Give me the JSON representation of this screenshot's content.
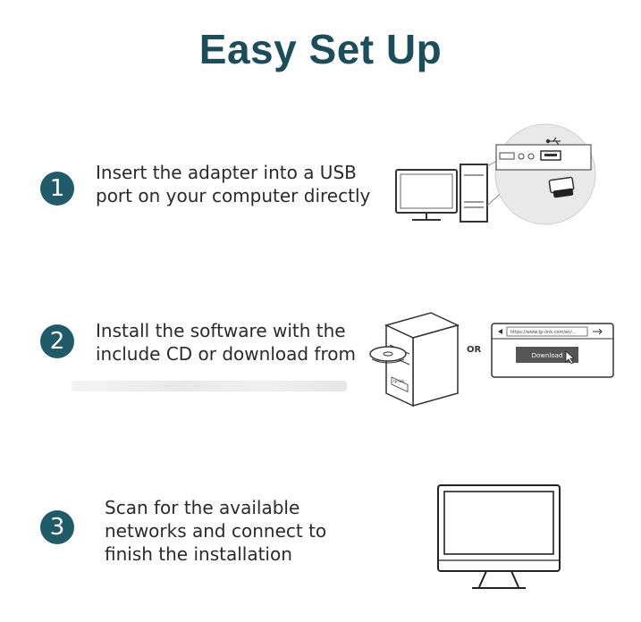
{
  "title": "Easy Set Up",
  "steps": [
    {
      "number": "1",
      "lines": [
        "Insert the adapter into a USB",
        "port on your computer directly"
      ]
    },
    {
      "number": "2",
      "lines": [
        "Install the software with the",
        "include CD or download from"
      ]
    },
    {
      "number": "3",
      "lines": [
        "Scan for the available",
        "networks and connect to",
        "finish the installation"
      ]
    }
  ],
  "illustration": {
    "or_label": "OR",
    "url_text": "https://www.tp-link.com/en/...",
    "download_label": "Download",
    "cd_label": "tp-link",
    "usb_icon": "usb-icon"
  },
  "colors": {
    "title": "#1c4d5a",
    "badge": "#1f5b68"
  }
}
